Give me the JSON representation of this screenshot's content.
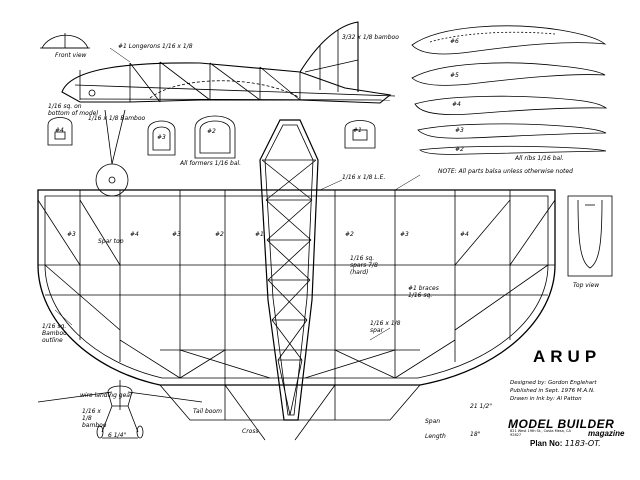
{
  "plan": {
    "title": "ARUP",
    "credits": {
      "designed_by": "Designed by: Gordon Englehart",
      "published": "Published in Sept. 1976 M.A.N.",
      "drawn_by": "Drawn in Ink by: Al Patton"
    },
    "publisher": {
      "name": "MODEL BUILDER",
      "magazine": "magazine",
      "address": "621 West 19th St., Costa Mesa, CA 92627",
      "plan_no_label": "Plan No:",
      "plan_no_value": "1183-OT."
    }
  },
  "notes": {
    "longerons": "#1 Longerons 1/16 x 1/8",
    "top_view_note": "1/16 sq. on bottom of model",
    "bamboo": "1/16 x 1/8 Bamboo",
    "former_note": "All formers 1/16 bal.",
    "ribs_note": "All ribs 1/16 bal.",
    "all_parts_note": "NOTE: All parts balsa unless otherwise noted",
    "leading_edge": "1/16 x 1/8 L.E.",
    "spars": "1/16 sq. spars 7/8 (hard)",
    "braces": "#1 braces 1/16 sq.",
    "spar2": "1/16 x 1/8 spar",
    "outline": "1/16 sq. Bamboo outline",
    "wire_landing": "wire landing gear",
    "bamboo_tip": "1/16 x 1/8 bamboo",
    "front_view": "Front view",
    "tail_boom": "Tail boom",
    "rudder_label": "3/32 x 1/8 bamboo",
    "dim_64": "6 1/4\"",
    "span": "18\"",
    "span_label": "Span",
    "length_label": "Length",
    "chord": "21 1/2\"",
    "rib_labels": [
      "#6",
      "#5",
      "#4",
      "#3",
      "#2"
    ],
    "former_labels": [
      "#4",
      "#3",
      "#2",
      "#1"
    ],
    "bay_labels": [
      "#3",
      "#4",
      "#3",
      "#2",
      "#1",
      "#2",
      "#3",
      "#4"
    ],
    "spar_note_wing": "Spar top",
    "tip_view": "Top view",
    "cross_note": "Cross"
  }
}
